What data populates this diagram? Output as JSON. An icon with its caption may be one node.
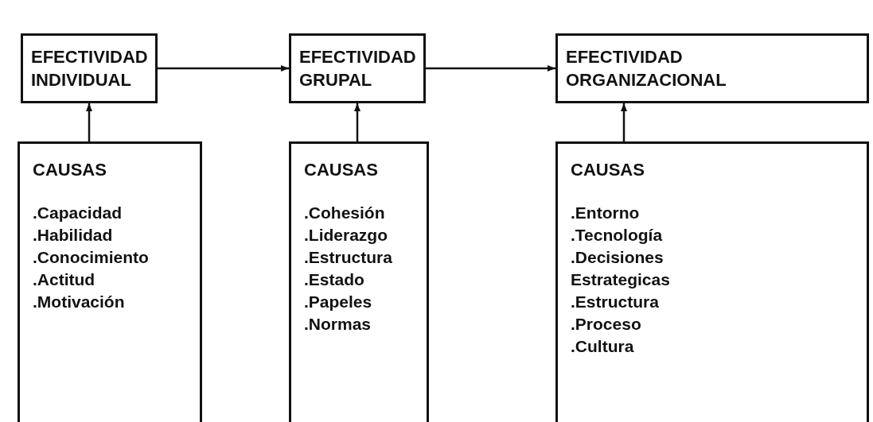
{
  "diagram": {
    "nodes": [
      {
        "text": [
          "EFECTIVIDAD INDIVIDUAL"
        ]
      },
      {
        "text": [
          "EFECTIVIDAD GRUPAL"
        ]
      },
      {
        "text": [
          "EFECTIVIDAD ORGANIZACIONAL"
        ]
      },
      {
        "text": [
          "CAUSAS",
          ".Capacidad",
          ".Habilidad",
          ".Conocimiento",
          ".Actitud",
          ".Motivación"
        ]
      },
      {
        "text": [
          "CAUSAS",
          ".Cohesión",
          ".Liderazgo",
          ".Estructura",
          ".Estado",
          ".Papeles",
          ".Normas"
        ]
      },
      {
        "text": [
          "CAUSAS",
          ".Entorno",
          ".Tecnología",
          ".Decisiones Estrategicas",
          ".Estructura",
          ".Proceso",
          ".Cultura"
        ]
      }
    ],
    "edges": [
      {
        "from": 0,
        "to": 1,
        "arrow": "to"
      },
      {
        "from": 1,
        "to": 2,
        "arrow": "to"
      },
      {
        "from": 3,
        "to": 0,
        "arrow": "to"
      },
      {
        "from": 4,
        "to": 1,
        "arrow": "to"
      },
      {
        "from": 5,
        "to": 2,
        "arrow": "to"
      }
    ]
  }
}
